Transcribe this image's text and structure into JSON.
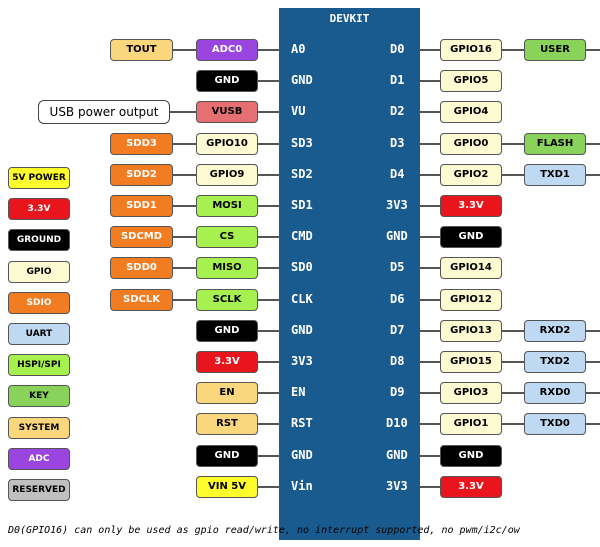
{
  "board": {
    "title": "DEVKIT"
  },
  "colors": {
    "board": "#1a5b8f",
    "GPIO": "#fdf9d0",
    "SDIO": "#f27c21",
    "GROUND": "#000000",
    "POWER_3V3": "#e8151d",
    "POWER_5V": "#fffc2c",
    "UART": "#bfd9f2",
    "SPI": "#a6f04f",
    "KEY": "#8ad35a",
    "SYSTEM": "#fad67d",
    "ADC": "#9b45e0",
    "RESERVED": "#c0c0c0",
    "VUSB": "#e66f72",
    "TOUT": "#fad67d",
    "USER": "#8ad35a"
  },
  "legend": [
    {
      "label": "5V POWER",
      "color": "#fffc2c",
      "text": "#000"
    },
    {
      "label": "3.3V",
      "color": "#e8151d",
      "text": "#fff"
    },
    {
      "label": "GROUND",
      "color": "#000000",
      "text": "#fff"
    },
    {
      "label": "GPIO",
      "color": "#fdf9d0",
      "text": "#000"
    },
    {
      "label": "SDIO",
      "color": "#f27c21",
      "text": "#fff"
    },
    {
      "label": "UART",
      "color": "#bfd9f2",
      "text": "#000"
    },
    {
      "label": "HSPI/SPI",
      "color": "#a6f04f",
      "text": "#000"
    },
    {
      "label": "KEY",
      "color": "#8ad35a",
      "text": "#000"
    },
    {
      "label": "SYSTEM",
      "color": "#fad67d",
      "text": "#000"
    },
    {
      "label": "ADC",
      "color": "#9b45e0",
      "text": "#fff"
    },
    {
      "label": "RESERVED",
      "color": "#c0c0c0",
      "text": "#000"
    }
  ],
  "usb_note": "USB power output",
  "left_pins": [
    {
      "pin": "A0",
      "inner": {
        "label": "ADC0",
        "color": "#9b45e0",
        "text": "#fff"
      },
      "outer": {
        "label": "TOUT",
        "color": "#fad67d",
        "text": "#000"
      }
    },
    {
      "pin": "GND",
      "inner": {
        "label": "GND",
        "color": "#000000",
        "text": "#fff"
      },
      "outer": null
    },
    {
      "pin": "VU",
      "inner": {
        "label": "VUSB",
        "color": "#e66f72",
        "text": "#000"
      },
      "outer": null,
      "note": true
    },
    {
      "pin": "SD3",
      "inner": {
        "label": "GPIO10",
        "color": "#fdf9d0",
        "text": "#000"
      },
      "outer": {
        "label": "SDD3",
        "color": "#f27c21",
        "text": "#fff"
      }
    },
    {
      "pin": "SD2",
      "inner": {
        "label": "GPIO9",
        "color": "#fdf9d0",
        "text": "#000"
      },
      "outer": {
        "label": "SDD2",
        "color": "#f27c21",
        "text": "#fff"
      }
    },
    {
      "pin": "SD1",
      "inner": {
        "label": "MOSI",
        "color": "#a6f04f",
        "text": "#000"
      },
      "outer": {
        "label": "SDD1",
        "color": "#f27c21",
        "text": "#fff"
      }
    },
    {
      "pin": "CMD",
      "inner": {
        "label": "CS",
        "color": "#a6f04f",
        "text": "#000"
      },
      "outer": {
        "label": "SDCMD",
        "color": "#f27c21",
        "text": "#fff"
      }
    },
    {
      "pin": "SD0",
      "inner": {
        "label": "MISO",
        "color": "#a6f04f",
        "text": "#000"
      },
      "outer": {
        "label": "SDD0",
        "color": "#f27c21",
        "text": "#fff"
      }
    },
    {
      "pin": "CLK",
      "inner": {
        "label": "SCLK",
        "color": "#a6f04f",
        "text": "#000"
      },
      "outer": {
        "label": "SDCLK",
        "color": "#f27c21",
        "text": "#fff"
      }
    },
    {
      "pin": "GND",
      "inner": {
        "label": "GND",
        "color": "#000000",
        "text": "#fff"
      },
      "outer": null
    },
    {
      "pin": "3V3",
      "inner": {
        "label": "3.3V",
        "color": "#e8151d",
        "text": "#fff"
      },
      "outer": null
    },
    {
      "pin": "EN",
      "inner": {
        "label": "EN",
        "color": "#fad67d",
        "text": "#000"
      },
      "outer": null
    },
    {
      "pin": "RST",
      "inner": {
        "label": "RST",
        "color": "#fad67d",
        "text": "#000"
      },
      "outer": null
    },
    {
      "pin": "GND",
      "inner": {
        "label": "GND",
        "color": "#000000",
        "text": "#fff"
      },
      "outer": null
    },
    {
      "pin": "Vin",
      "inner": {
        "label": "VIN 5V",
        "color": "#fffc2c",
        "text": "#000"
      },
      "outer": null
    }
  ],
  "right_pins": [
    {
      "pin": "D0",
      "inner": {
        "label": "GPIO16",
        "color": "#fdf9d0",
        "text": "#000"
      },
      "outer": {
        "label": "USER",
        "color": "#8ad35a",
        "text": "#000"
      }
    },
    {
      "pin": "D1",
      "inner": {
        "label": "GPIO5",
        "color": "#fdf9d0",
        "text": "#000"
      },
      "outer": null
    },
    {
      "pin": "D2",
      "inner": {
        "label": "GPIO4",
        "color": "#fdf9d0",
        "text": "#000"
      },
      "outer": null
    },
    {
      "pin": "D3",
      "inner": {
        "label": "GPIO0",
        "color": "#fdf9d0",
        "text": "#000"
      },
      "outer": {
        "label": "FLASH",
        "color": "#8ad35a",
        "text": "#000"
      }
    },
    {
      "pin": "D4",
      "inner": {
        "label": "GPIO2",
        "color": "#fdf9d0",
        "text": "#000"
      },
      "outer": {
        "label": "TXD1",
        "color": "#bfd9f2",
        "text": "#000"
      }
    },
    {
      "pin": "3V3",
      "inner": {
        "label": "3.3V",
        "color": "#e8151d",
        "text": "#fff"
      },
      "outer": null
    },
    {
      "pin": "GND",
      "inner": {
        "label": "GND",
        "color": "#000000",
        "text": "#fff"
      },
      "outer": null
    },
    {
      "pin": "D5",
      "inner": {
        "label": "GPIO14",
        "color": "#fdf9d0",
        "text": "#000"
      },
      "outer": null
    },
    {
      "pin": "D6",
      "inner": {
        "label": "GPIO12",
        "color": "#fdf9d0",
        "text": "#000"
      },
      "outer": null
    },
    {
      "pin": "D7",
      "inner": {
        "label": "GPIO13",
        "color": "#fdf9d0",
        "text": "#000"
      },
      "outer": {
        "label": "RXD2",
        "color": "#bfd9f2",
        "text": "#000"
      }
    },
    {
      "pin": "D8",
      "inner": {
        "label": "GPIO15",
        "color": "#fdf9d0",
        "text": "#000"
      },
      "outer": {
        "label": "TXD2",
        "color": "#bfd9f2",
        "text": "#000"
      }
    },
    {
      "pin": "D9",
      "inner": {
        "label": "GPIO3",
        "color": "#fdf9d0",
        "text": "#000"
      },
      "outer": {
        "label": "RXD0",
        "color": "#bfd9f2",
        "text": "#000"
      }
    },
    {
      "pin": "D10",
      "inner": {
        "label": "GPIO1",
        "color": "#fdf9d0",
        "text": "#000"
      },
      "outer": {
        "label": "TXD0",
        "color": "#bfd9f2",
        "text": "#000"
      }
    },
    {
      "pin": "GND",
      "inner": {
        "label": "GND",
        "color": "#000000",
        "text": "#fff"
      },
      "outer": null
    },
    {
      "pin": "3V3",
      "inner": {
        "label": "3.3V",
        "color": "#e8151d",
        "text": "#fff"
      },
      "outer": null
    }
  ],
  "footnote": "D0(GPIO16) can only be used as gpio read/write, no interrupt supported, no pwm/i2c/ow"
}
